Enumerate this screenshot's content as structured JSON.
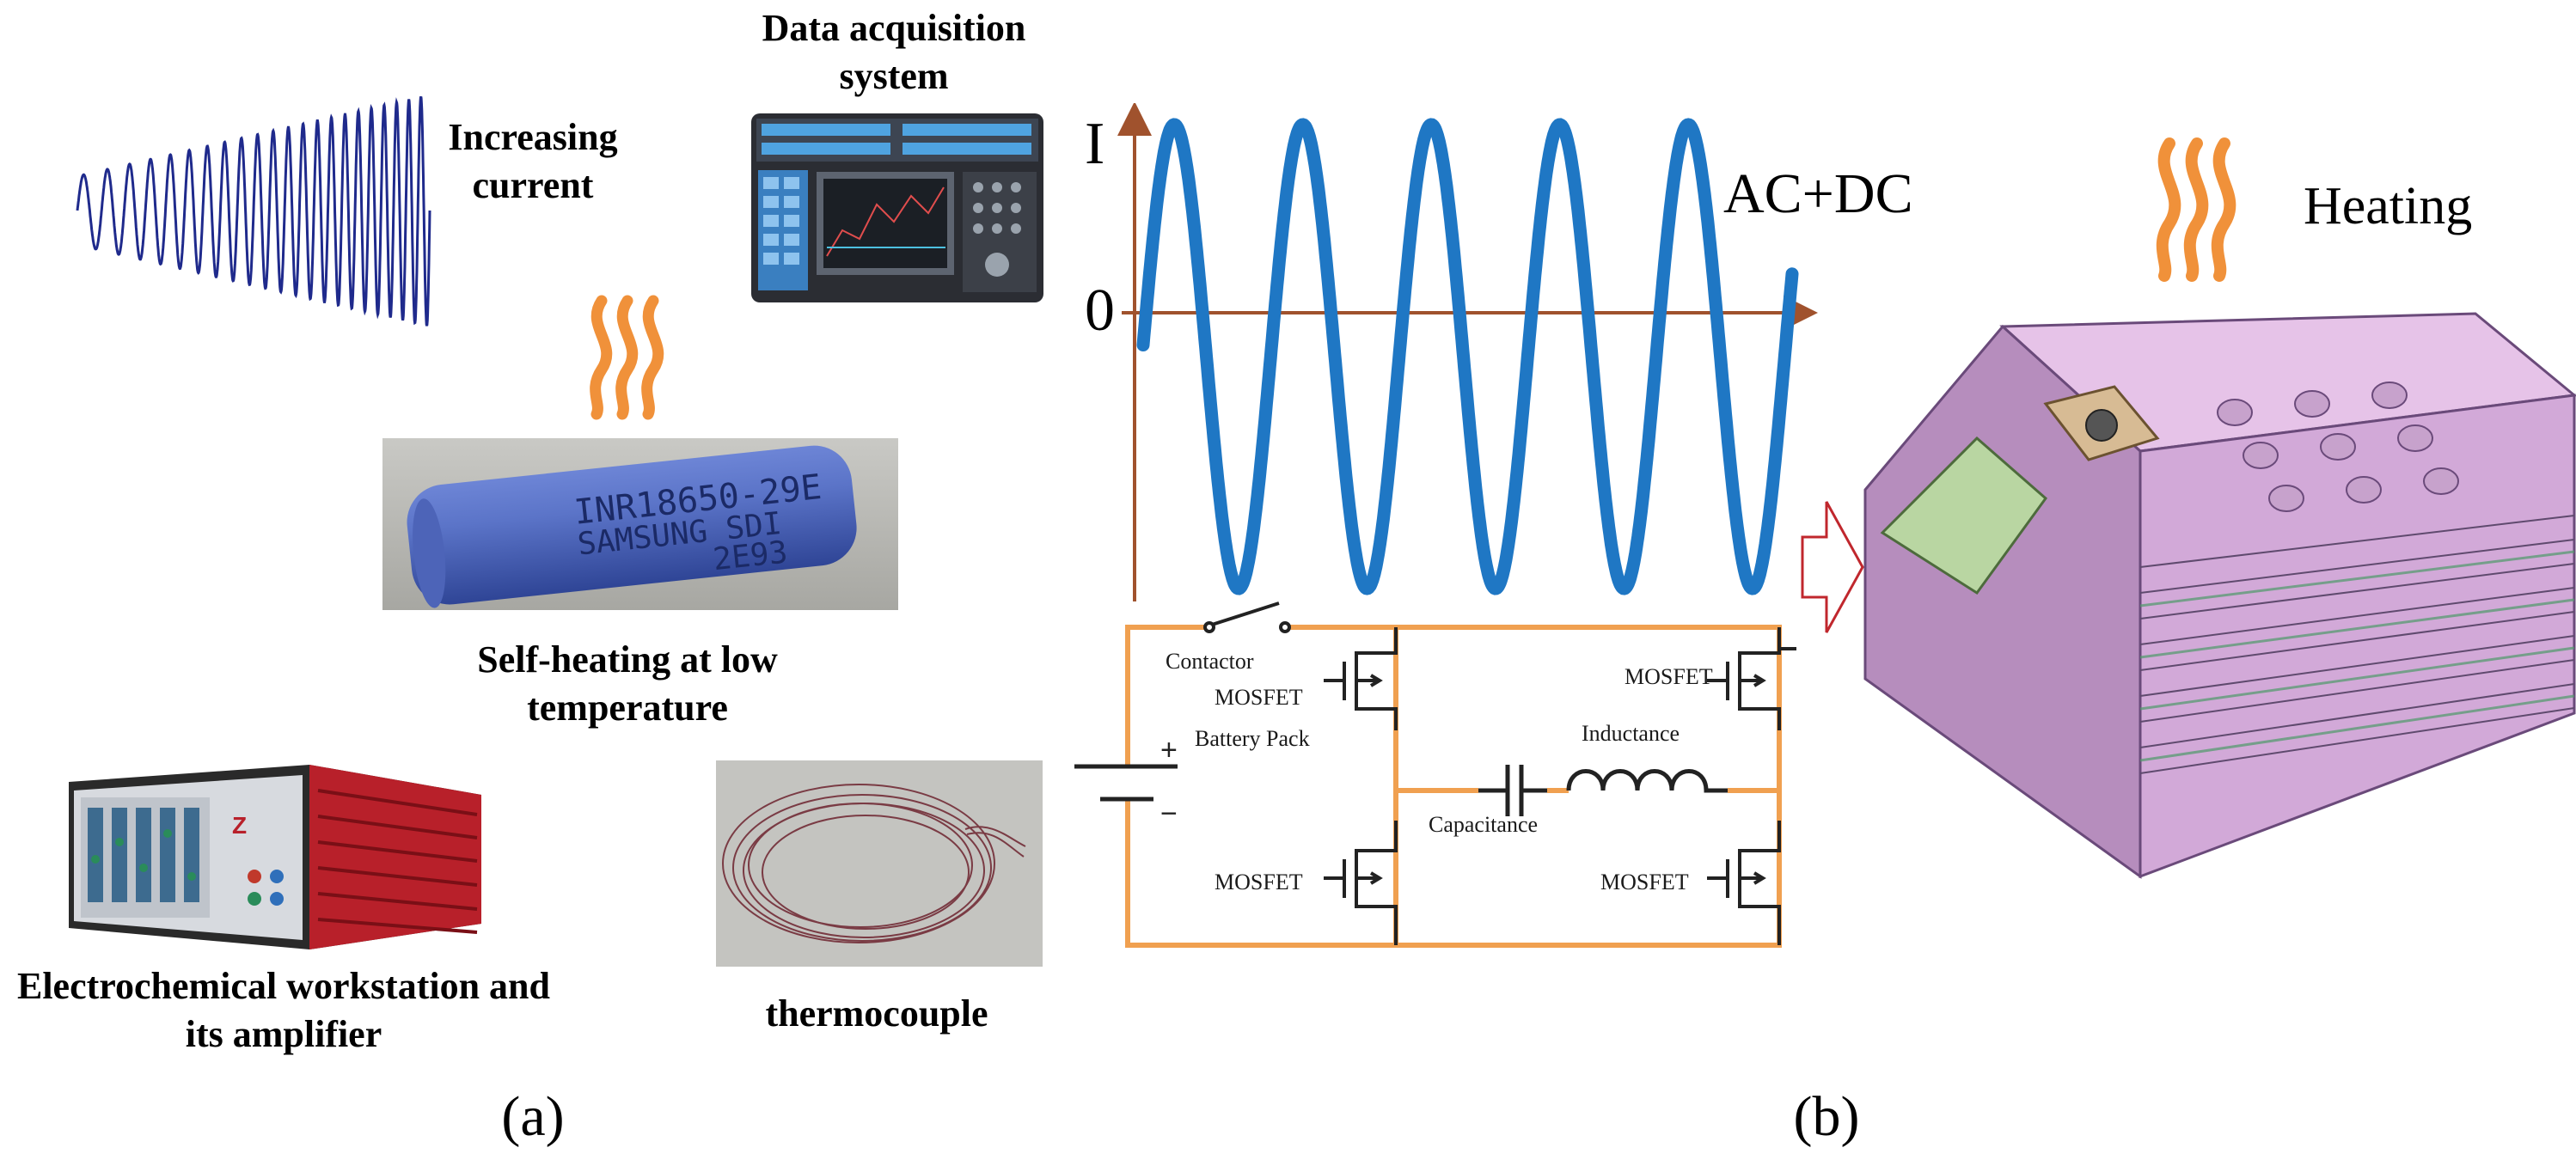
{
  "panel_a": {
    "label": "(a)",
    "waveform_label": "Increasing current",
    "daq_label": "Data acquisition system",
    "battery_label": "Self-heating at low temperature",
    "battery_print": [
      "INR18650-29E",
      "SAMSUNG SDI",
      "2E93"
    ],
    "workstation_label": "Electrochemical workstation and its amplifier",
    "thermocouple_label": "thermocouple"
  },
  "panel_b": {
    "label": "(b)",
    "graph": {
      "y_axis_label": "I",
      "zero_label": "0",
      "signal_label": "AC+DC"
    },
    "circuit": {
      "contactor": "Contactor",
      "battery": "Battery Pack",
      "mosfet_top_left": "MOSFET",
      "mosfet_top_right": "MOSFET",
      "mosfet_bottom_left": "MOSFET",
      "mosfet_bottom_right": "MOSFET",
      "inductance": "Inductance",
      "capacitance": "Capacitance"
    },
    "heating_label": "Heating"
  },
  "colors": {
    "waveform": "#1f2a8c",
    "sine": "#1f77c4",
    "axis": "#a0522d",
    "circuit_wire": "#f0a050",
    "heat_waves": "#f0913a",
    "arrow": "#c0272d",
    "battery_pack": "#d9b3d9"
  }
}
